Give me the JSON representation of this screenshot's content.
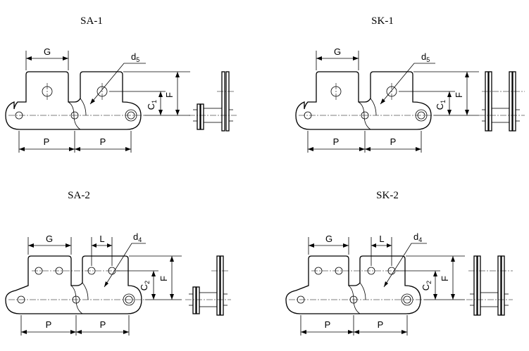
{
  "diagrams": [
    {
      "title": "SA-1"
    },
    {
      "title": "SK-1"
    },
    {
      "title": "SA-2"
    },
    {
      "title": "SK-2"
    }
  ],
  "labels": {
    "G": "G",
    "P": "P",
    "F": "F",
    "L": "L",
    "C": "C",
    "d": "d",
    "sub1": "1",
    "sub2": "2",
    "sub4": "4",
    "sub5": "5"
  }
}
